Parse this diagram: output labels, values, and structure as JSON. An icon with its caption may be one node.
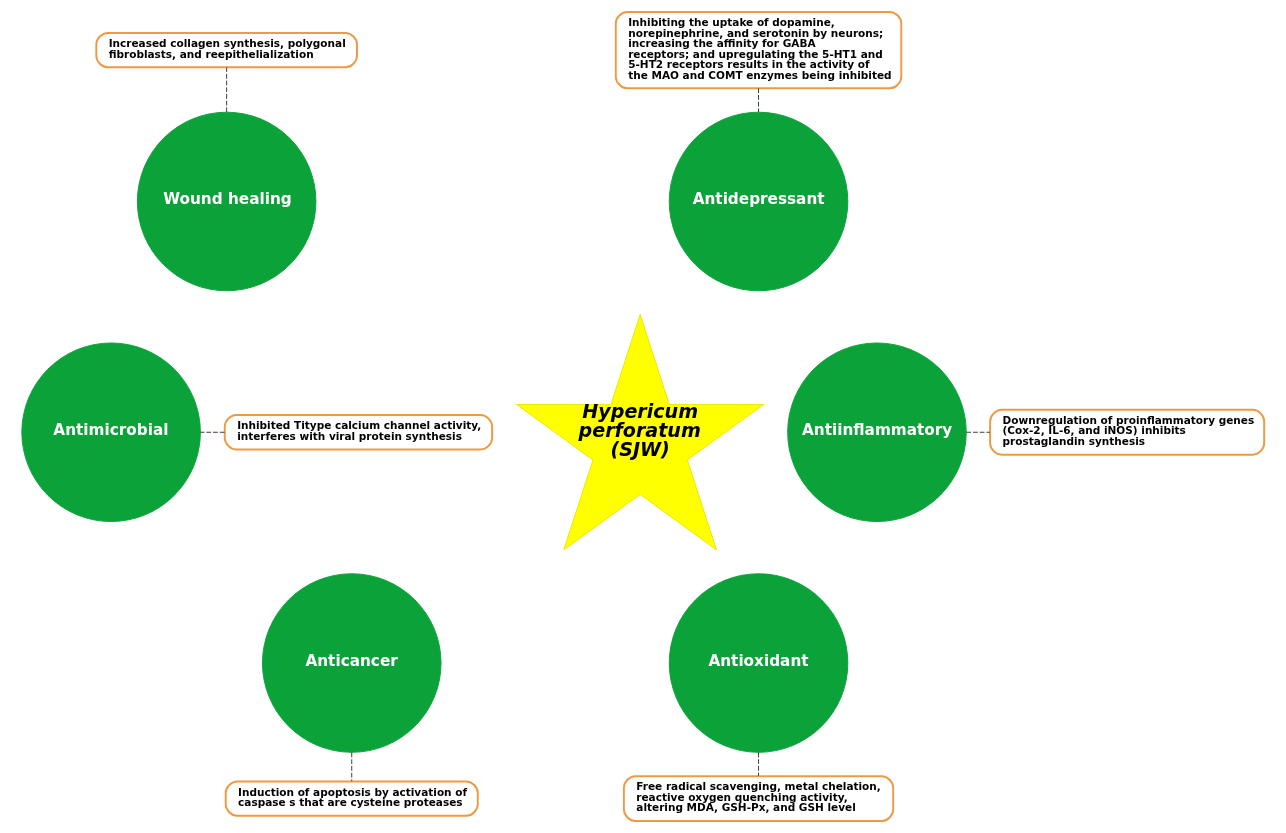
{
  "diagram": {
    "nodes": [
      {
        "text": [
          "Hypericum perforatum (SJW)"
        ]
      },
      {
        "text": [
          "Wound healing"
        ]
      },
      {
        "text": [
          "Antidepressant"
        ]
      },
      {
        "text": [
          "Antimicrobial"
        ]
      },
      {
        "text": [
          "Antiinflammatory"
        ]
      },
      {
        "text": [
          "Anticancer"
        ]
      },
      {
        "text": [
          "Antioxidant"
        ]
      },
      {
        "text": [
          "Inhibiting the uptake of dopamine, norepinephrine, and serotonin by neurons; increasing the affinity for GABA receptors; and upregulating the 5-HT1 and 5-HT2 receptors results in the activity of the MAO and COMT enzymes being inhibited"
        ]
      },
      {
        "text": [
          "Increased collagen synthesis, polygonal fibroblasts, and reepithelialization"
        ]
      },
      {
        "text": [
          "Downregulation of proinflammatory genes (Cox-2, IL-6, and iNOS) inhibits prostaglandin synthesis"
        ]
      },
      {
        "text": [
          "Inhibited Titype calcium channel activity, interferes with viral protein synthesis"
        ]
      },
      {
        "text": [
          "Induction of apoptosis by activation of caspase s that are cysteine proteases"
        ]
      },
      {
        "text": [
          "Free radical scavenging, metal chelation, reactive oxygen quenching activity, altering MDA, GSH-Px, and GSH level"
        ]
      }
    ],
    "edges": [
      {
        "from": 7,
        "to": 2,
        "arrow": "none",
        "style": "dashed"
      },
      {
        "from": 8,
        "to": 1,
        "arrow": "none",
        "style": "dashed"
      },
      {
        "from": 4,
        "to": 9,
        "arrow": "none",
        "style": "dashed"
      },
      {
        "from": 10,
        "to": 3,
        "arrow": "none",
        "style": "dashed"
      },
      {
        "from": 5,
        "to": 11,
        "arrow": "none",
        "style": "dashed"
      },
      {
        "from": 6,
        "to": 12,
        "arrow": "none",
        "style": "dashed"
      }
    ]
  }
}
